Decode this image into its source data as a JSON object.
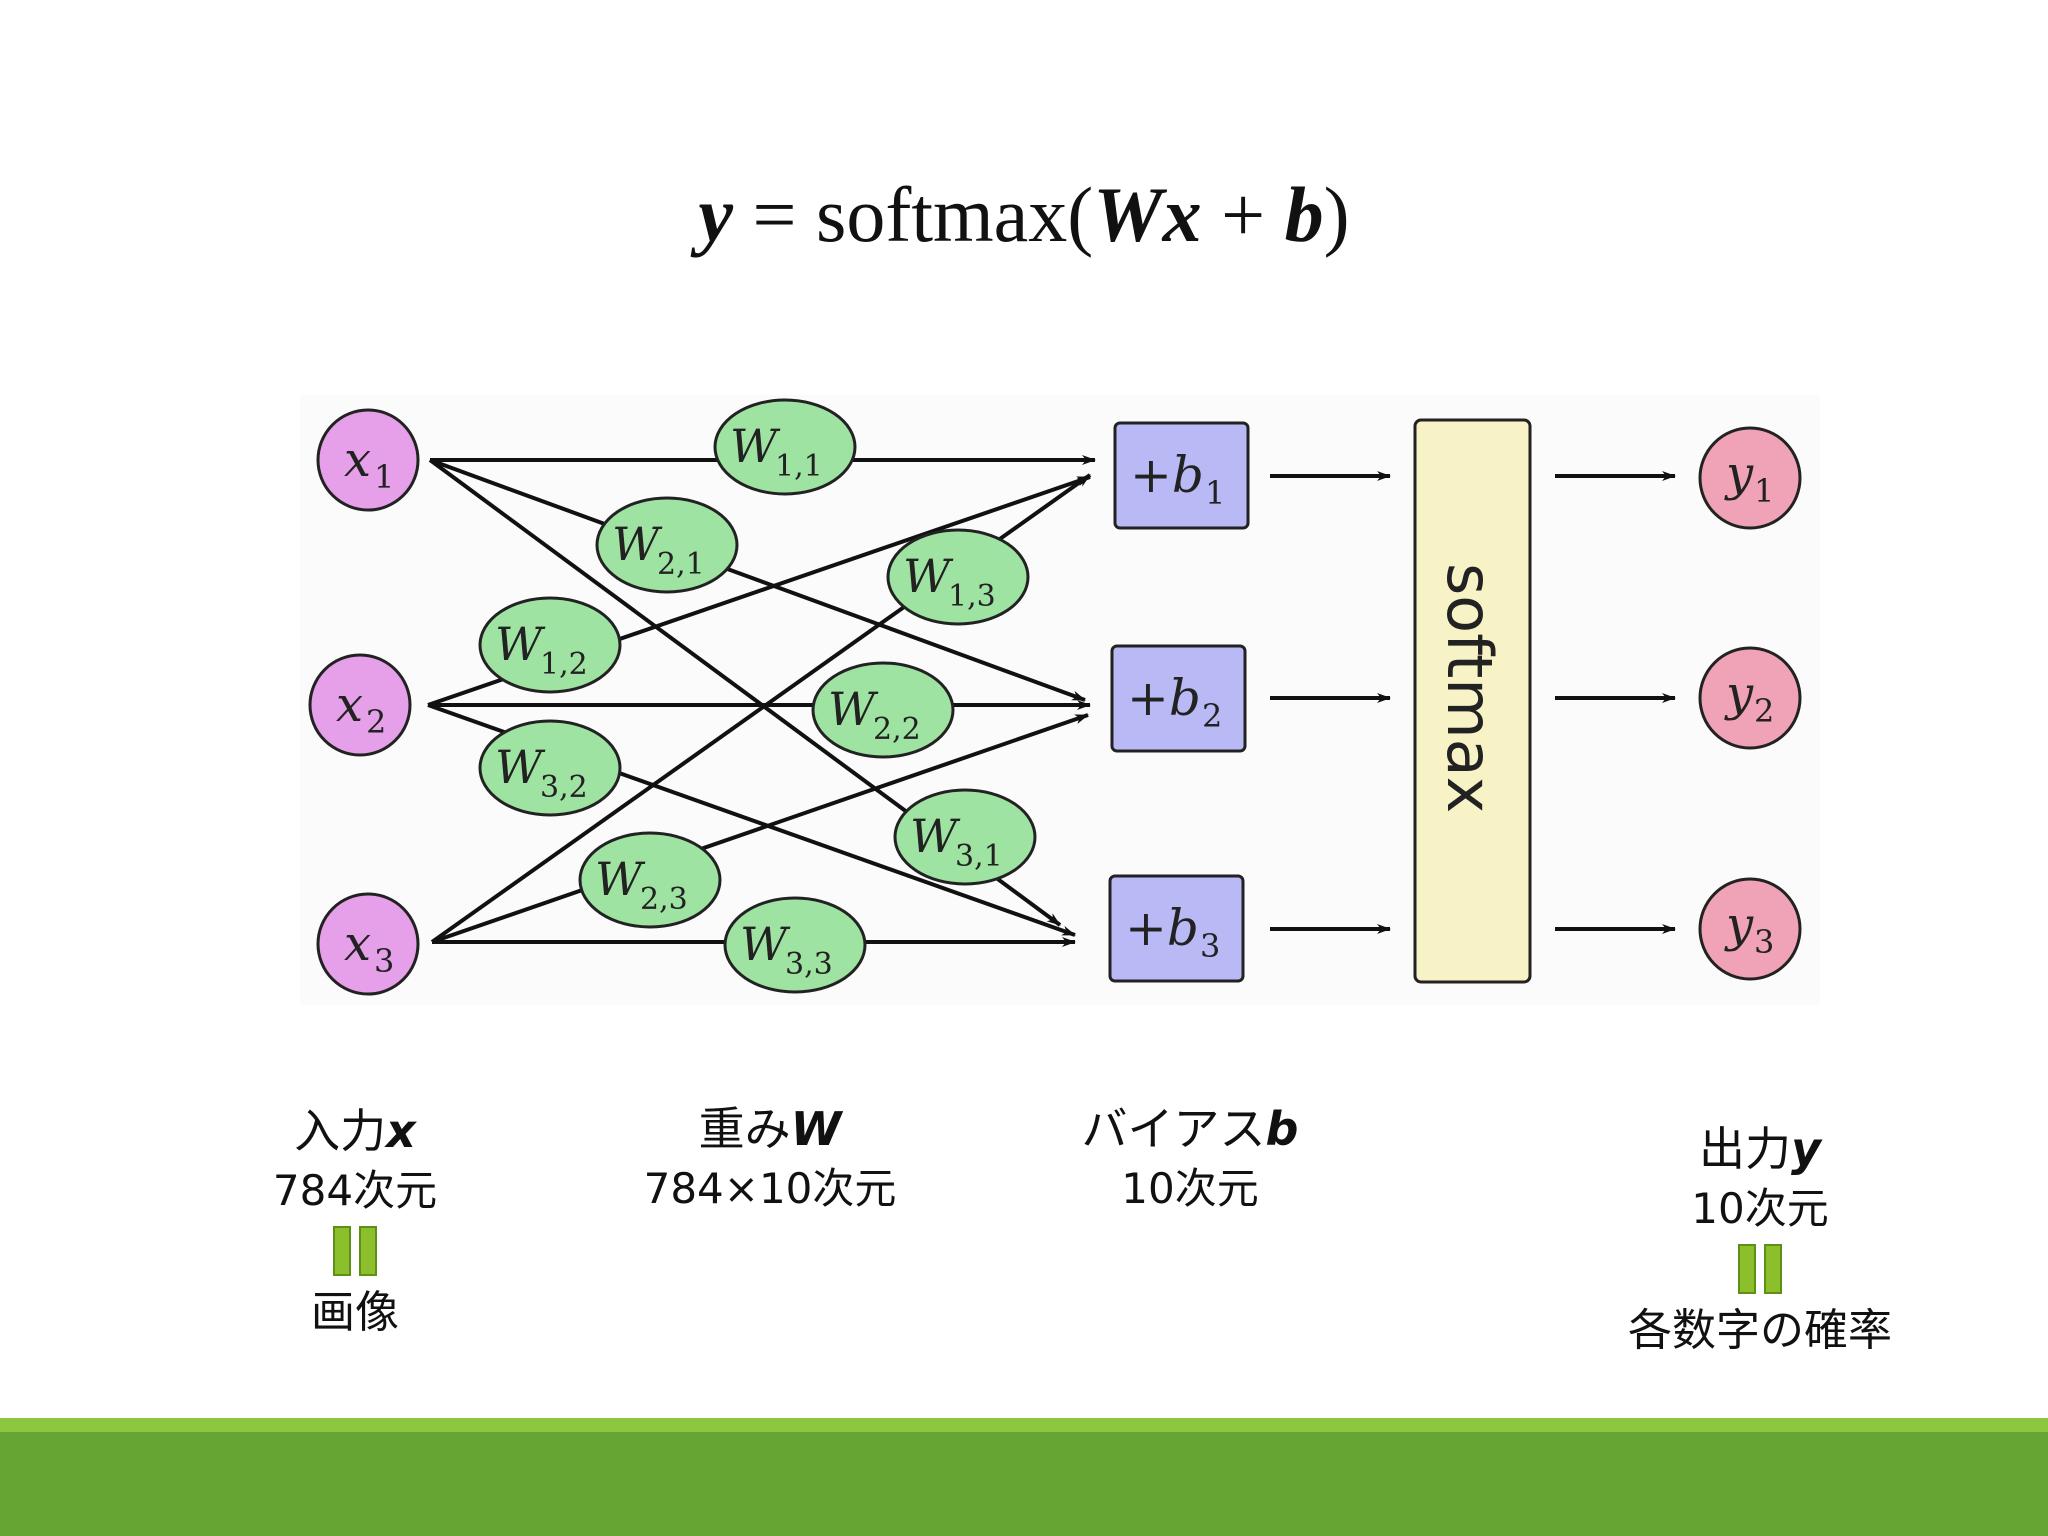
{
  "formula": {
    "lhs": "y",
    "equals": " = ",
    "func": "softmax(",
    "w": "W",
    "x": "x",
    "plus": " + ",
    "b": "b",
    "close": ")"
  },
  "nodes": {
    "inputs": [
      {
        "var": "x",
        "sub": "1"
      },
      {
        "var": "x",
        "sub": "2"
      },
      {
        "var": "x",
        "sub": "3"
      }
    ],
    "weights": [
      {
        "var": "W",
        "sub": "1,1"
      },
      {
        "var": "W",
        "sub": "2,1"
      },
      {
        "var": "W",
        "sub": "1,2"
      },
      {
        "var": "W",
        "sub": "1,3"
      },
      {
        "var": "W",
        "sub": "2,2"
      },
      {
        "var": "W",
        "sub": "3,2"
      },
      {
        "var": "W",
        "sub": "3,1"
      },
      {
        "var": "W",
        "sub": "2,3"
      },
      {
        "var": "W",
        "sub": "3,3"
      }
    ],
    "biases": [
      {
        "var": "+b",
        "sub": "1"
      },
      {
        "var": "+b",
        "sub": "2"
      },
      {
        "var": "+b",
        "sub": "3"
      }
    ],
    "softmax_label": "softmax",
    "outputs": [
      {
        "var": "y",
        "sub": "1"
      },
      {
        "var": "y",
        "sub": "2"
      },
      {
        "var": "y",
        "sub": "3"
      }
    ]
  },
  "captions": {
    "input": {
      "label": "入力",
      "var": "x",
      "dims": "784次元",
      "meaning": "画像"
    },
    "weight": {
      "label": "重み",
      "var": "W",
      "dims": "784×10次元"
    },
    "bias": {
      "label": "バイアス",
      "var": "b",
      "dims": "10次元"
    },
    "output": {
      "label": "出力",
      "var": "y",
      "dims": "10次元",
      "meaning": "各数字の確率"
    }
  },
  "colors": {
    "input_fill": "#e6a0ea",
    "weight_fill": "#9fe3a3",
    "bias_fill": "#b9b9f6",
    "softmax_fill": "#f7f3c6",
    "output_fill": "#f0a3b6",
    "footer": "#66a434",
    "footer_light": "#8dc63f",
    "equals_mark": "#8cbf2c"
  }
}
